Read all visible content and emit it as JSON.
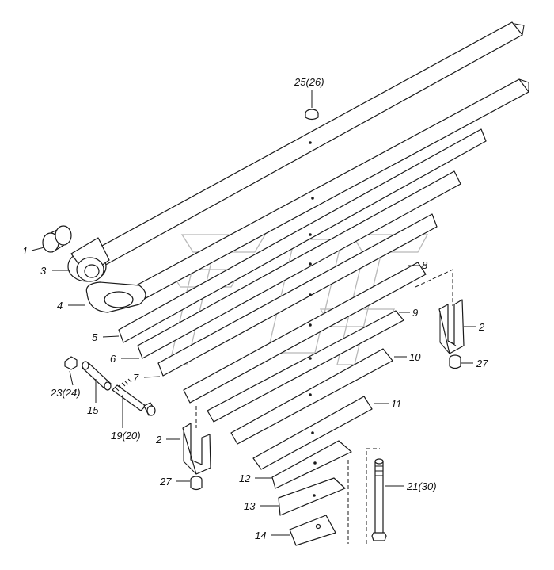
{
  "callouts": {
    "c1": "1",
    "c3": "3",
    "c4": "4",
    "c5": "5",
    "c6": "6",
    "c7": "7",
    "c8": "8",
    "c9": "9",
    "c10": "10",
    "c11": "11",
    "c12": "12",
    "c13": "13",
    "c14": "14",
    "c15": "15",
    "c2_right": "2",
    "c2_left": "2",
    "c27_right": "27",
    "c27_left": "27",
    "c19": "19(20)",
    "c21": "21(30)",
    "c23": "23(24)",
    "c25": "25(26)"
  }
}
